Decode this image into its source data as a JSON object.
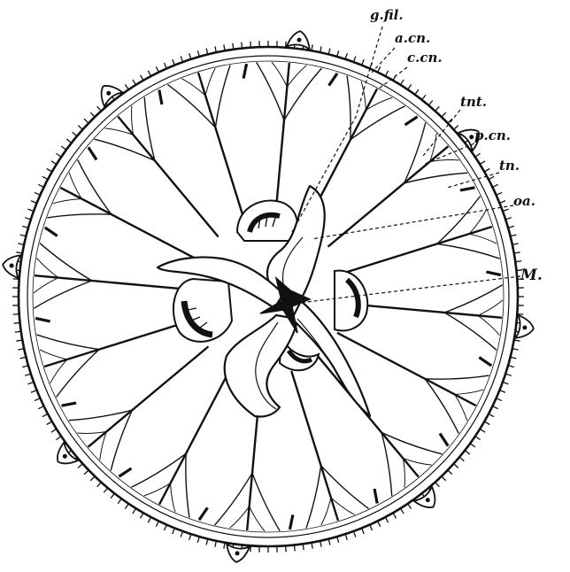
{
  "labels": {
    "g_fil": "g.fil.",
    "a_cn": "a.cn.",
    "c_cn": "c.cn.",
    "tnt": "tnt.",
    "p_cn": "p.cn.",
    "tn": "tn.",
    "oa": "oa.",
    "M": "M."
  },
  "colors": {
    "ink": "#111111",
    "paper": "#ffffff"
  }
}
